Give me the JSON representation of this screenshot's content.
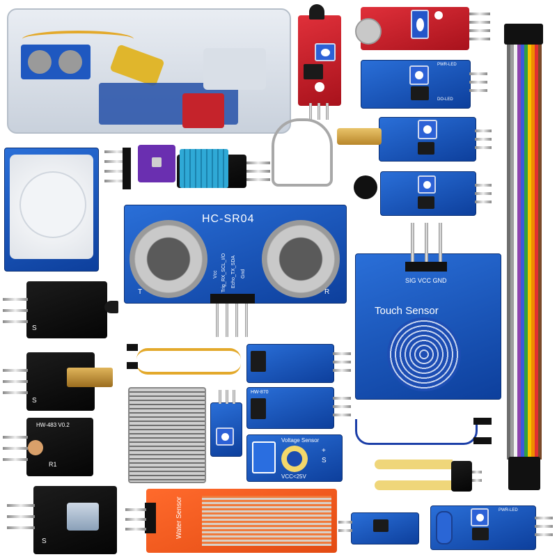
{
  "scene": {
    "labels": {
      "hc_sr04": "HC-SR04",
      "hc_sr04_pins": [
        "Vcc",
        "Trig_RX_SCL_I/O",
        "Echo_TX_SDA",
        "Gnd"
      ],
      "hc_sr04_t": "T",
      "hc_sr04_r": "R",
      "touch_pins": "SIG VCC GND",
      "touch_sensor": "Touch Sensor",
      "voltage_sensor": "Voltage Sensor",
      "voltage_limit": "VCC<25V",
      "voltage_pins": [
        "+",
        "S"
      ],
      "water_sensor": "Water Sensor",
      "hw_483": "HW-483 V0.2",
      "r1": "R1",
      "s_mark": "S",
      "pwr_led": "PWR-LED",
      "do_led": "DO-LED",
      "hw_870": "HW-870"
    },
    "colors": {
      "background": "#ffffff",
      "pcb_blue": "#1e5bc6",
      "pcb_black": "#111111",
      "pcb_red": "#d3232e",
      "ribbon": [
        "#6e6e6e",
        "#9c9c9c",
        "#f2f2f2",
        "#8e44ad",
        "#3b5bdb",
        "#2f9e44",
        "#f5c400",
        "#f08c00",
        "#e03131",
        "#7a4a2a"
      ]
    }
  }
}
